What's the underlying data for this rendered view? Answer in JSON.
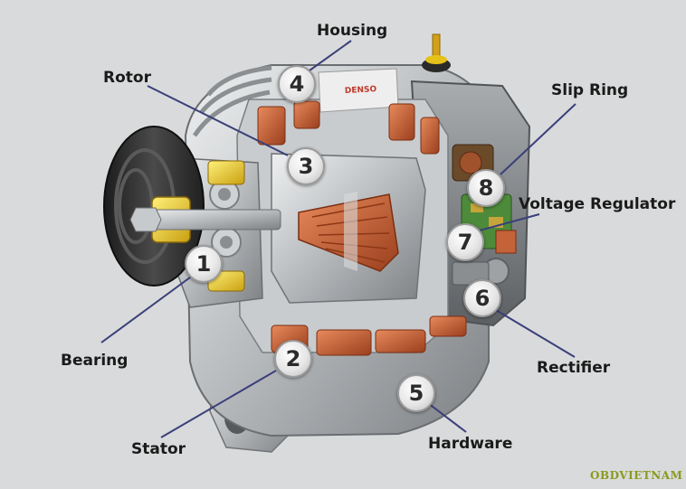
{
  "labels": {
    "housing": "Housing",
    "rotor": "Rotor",
    "slip_ring": "Slip Ring",
    "voltage_regulator": "Voltage Regulator",
    "bearing": "Bearing",
    "rectifier": "Rectifier",
    "stator": "Stator",
    "hardware": "Hardware"
  },
  "badges": {
    "n1": "1",
    "n2": "2",
    "n3": "3",
    "n4": "4",
    "n5": "5",
    "n6": "6",
    "n7": "7",
    "n8": "8"
  },
  "housing_stamp": "DENSO",
  "watermark": "OBDVIETNAM",
  "colors": {
    "background": "#d9dadb",
    "copper": "#c4623a",
    "metal": "#b9bcbf",
    "shaft_yellow": "#e5c21a",
    "leader": "#3a3f7a"
  }
}
